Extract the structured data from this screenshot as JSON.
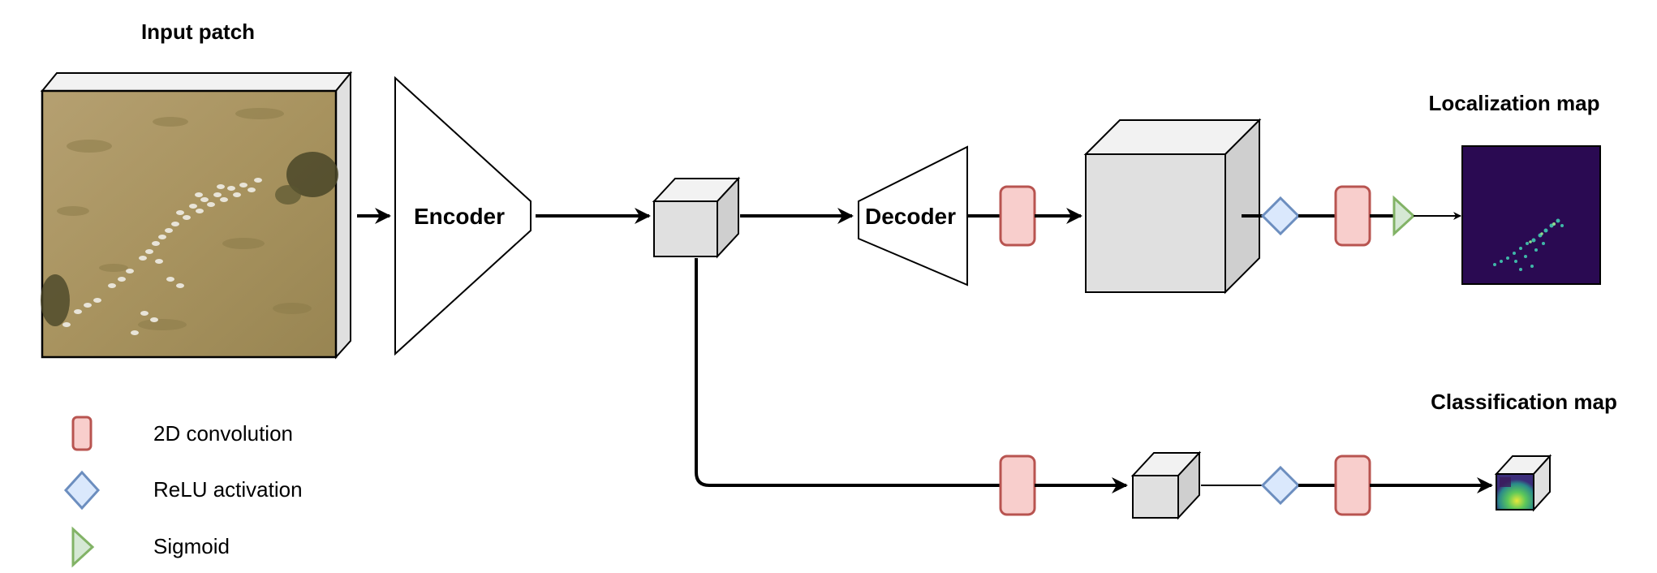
{
  "titles": {
    "input_patch": "Input patch",
    "localization_map": "Localization map",
    "classification_map": "Classification map"
  },
  "blocks": {
    "encoder": "Encoder",
    "decoder": "Decoder"
  },
  "legend": [
    {
      "icon": "conv-rect-icon",
      "label": "2D convolution"
    },
    {
      "icon": "relu-diamond-icon",
      "label": "ReLU activation"
    },
    {
      "icon": "sigmoid-triangle-icon",
      "label": "Sigmoid"
    }
  ],
  "colors": {
    "conv_fill": "#f8cecc",
    "conv_stroke": "#b85450",
    "relu_fill": "#dae8fc",
    "relu_stroke": "#6c8ebf",
    "sigmoid_fill": "#d5e8d4",
    "sigmoid_stroke": "#82b366",
    "cube_fill": "#e0e0e0",
    "map_background": "#2a0a52"
  }
}
